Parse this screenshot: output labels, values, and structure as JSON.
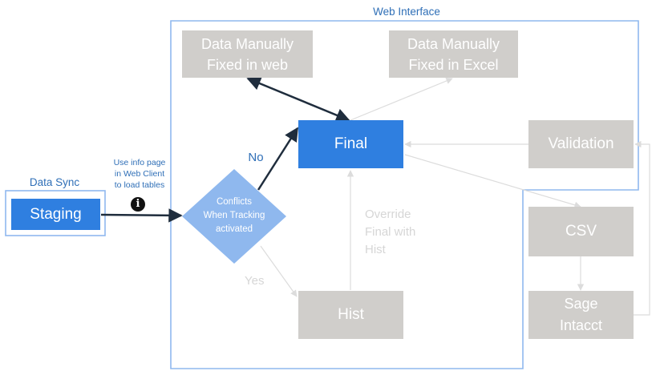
{
  "groups": {
    "web_interface": "Web Interface",
    "data_sync": "Data Sync"
  },
  "nodes": {
    "staging": "Staging",
    "fixed_web": "Data Manually\nFixed in web",
    "fixed_excel": "Data Manually\nFixed in Excel",
    "final": "Final",
    "validation": "Validation",
    "conflicts": "Conflicts\nWhen Tracking\nactivated",
    "hist": "Hist",
    "csv": "CSV",
    "sage": "Sage\nIntacct"
  },
  "labels": {
    "info_note": "Use info page\nin Web Client\nto load tables",
    "no": "No",
    "yes": "Yes",
    "override": "Override\nFinal with\nHist"
  },
  "icons": {
    "info": "info-circle-icon"
  },
  "colors": {
    "blue_node": "#2f7fe0",
    "gray_node": "#d0cecb",
    "diamond": "#8fb8ee",
    "dark_arrow": "#1f2d3d",
    "light_arrow": "#dcdcdc",
    "border": "#8fb8ee"
  }
}
